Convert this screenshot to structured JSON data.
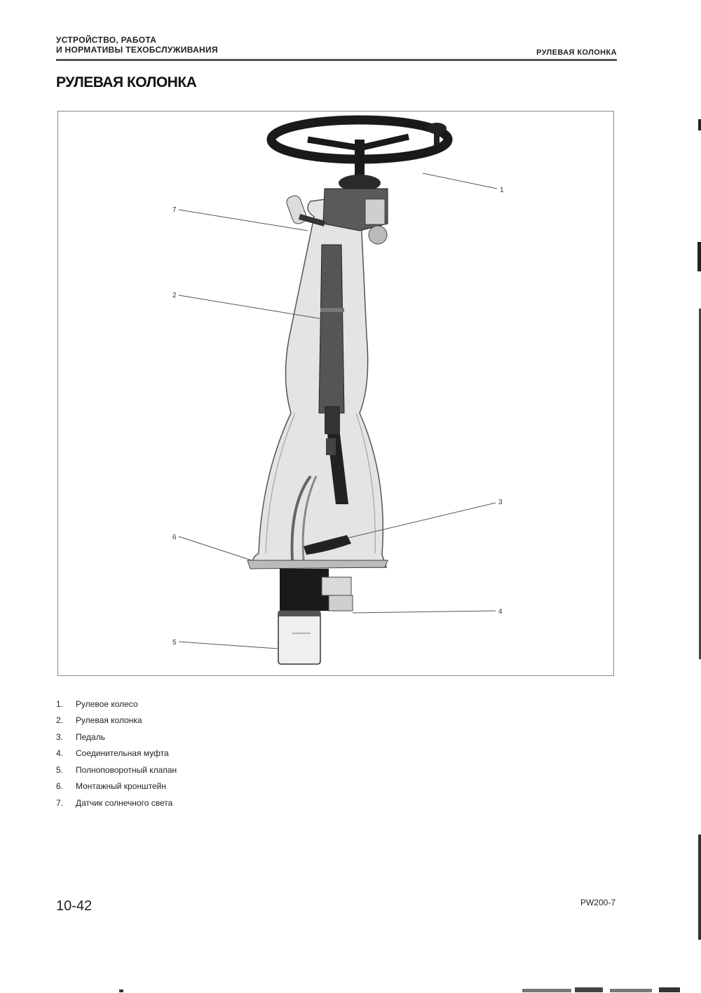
{
  "header": {
    "section_line1": "УСТРОЙСТВО, РАБОТА",
    "section_line2": "И НОРМАТИВЫ ТЕХОБСЛУЖИВАНИЯ",
    "chapter": "РУЛЕВАЯ КОЛОНКА"
  },
  "title": "РУЛЕВАЯ КОЛОНКА",
  "figure": {
    "callouts": [
      "1",
      "7",
      "2",
      "3",
      "6",
      "4",
      "5"
    ]
  },
  "legend": [
    {
      "num": "1.",
      "text": "Рулевое колесо"
    },
    {
      "num": "2.",
      "text": "Рулевая колонка"
    },
    {
      "num": "3.",
      "text": "Педаль"
    },
    {
      "num": "4.",
      "text": "Соединительная муфта"
    },
    {
      "num": "5.",
      "text": "Полноповоротный клапан"
    },
    {
      "num": "6.",
      "text": "Монтажный кронштейн"
    },
    {
      "num": "7.",
      "text": "Датчик солнечного света"
    }
  ],
  "footer": {
    "page": "10-42",
    "model": "PW200-7"
  }
}
